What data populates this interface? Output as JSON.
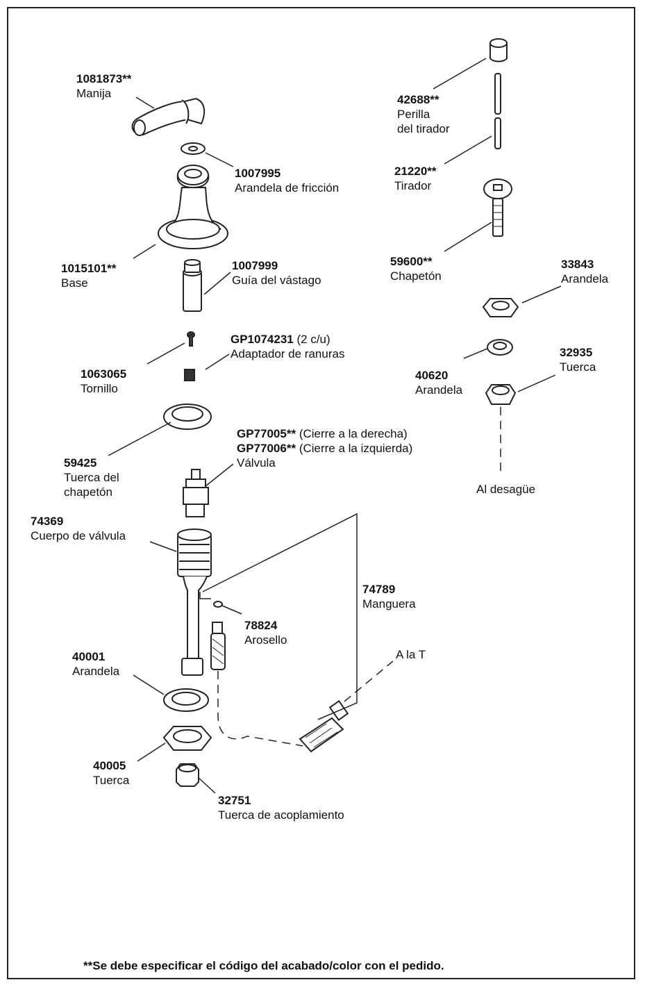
{
  "parts": [
    {
      "id": "handle",
      "number": "1081873**",
      "name": "Manija"
    },
    {
      "id": "friction-washer",
      "number": "1007995",
      "name": "Arandela de fricción"
    },
    {
      "id": "base",
      "number": "1015101**",
      "name": "Base"
    },
    {
      "id": "stem-guide",
      "number": "1007999",
      "name": "Guía del vástago"
    },
    {
      "id": "screw",
      "number": "1063065",
      "name": "Tornillo"
    },
    {
      "id": "spline-adapter",
      "number": "GP1074231",
      "qty": "(2 c/u)",
      "name": "Adaptador de ranuras"
    },
    {
      "id": "escutcheon-nut",
      "number": "59425",
      "name": "Tuerca del",
      "name2": "chapetón"
    },
    {
      "id": "valve",
      "number1": "GP77005**",
      "desc1": "(Cierre a la derecha)",
      "number2": "GP77006**",
      "desc2": "(Cierre a la izquierda)",
      "name": "Válvula"
    },
    {
      "id": "valve-body",
      "number": "74369",
      "name": "Cuerpo de válvula"
    },
    {
      "id": "hose",
      "number": "74789",
      "name": "Manguera"
    },
    {
      "id": "o-ring",
      "number": "78824",
      "name": "Arosello"
    },
    {
      "id": "washer-40001",
      "number": "40001",
      "name": "Arandela"
    },
    {
      "id": "to-tee",
      "name": "A la T"
    },
    {
      "id": "nut-40005",
      "number": "40005",
      "name": "Tuerca"
    },
    {
      "id": "coupling-nut",
      "number": "32751",
      "name": "Tuerca de acoplamiento"
    },
    {
      "id": "lift-rod-knob",
      "number": "42688**",
      "name": "Perilla",
      "name2": "del tirador"
    },
    {
      "id": "lift-rod",
      "number": "21220**",
      "name": "Tirador"
    },
    {
      "id": "escutcheon",
      "number": "59600**",
      "name": "Chapetón"
    },
    {
      "id": "washer-33843",
      "number": "33843",
      "name": "Arandela"
    },
    {
      "id": "washer-40620",
      "number": "40620",
      "name": "Arandela"
    },
    {
      "id": "nut-32935",
      "number": "32935",
      "name": "Tuerca"
    },
    {
      "id": "to-drain",
      "name": "Al desagüe"
    }
  ],
  "footnote": "**Se debe especificar el código del acabado/color con el pedido."
}
